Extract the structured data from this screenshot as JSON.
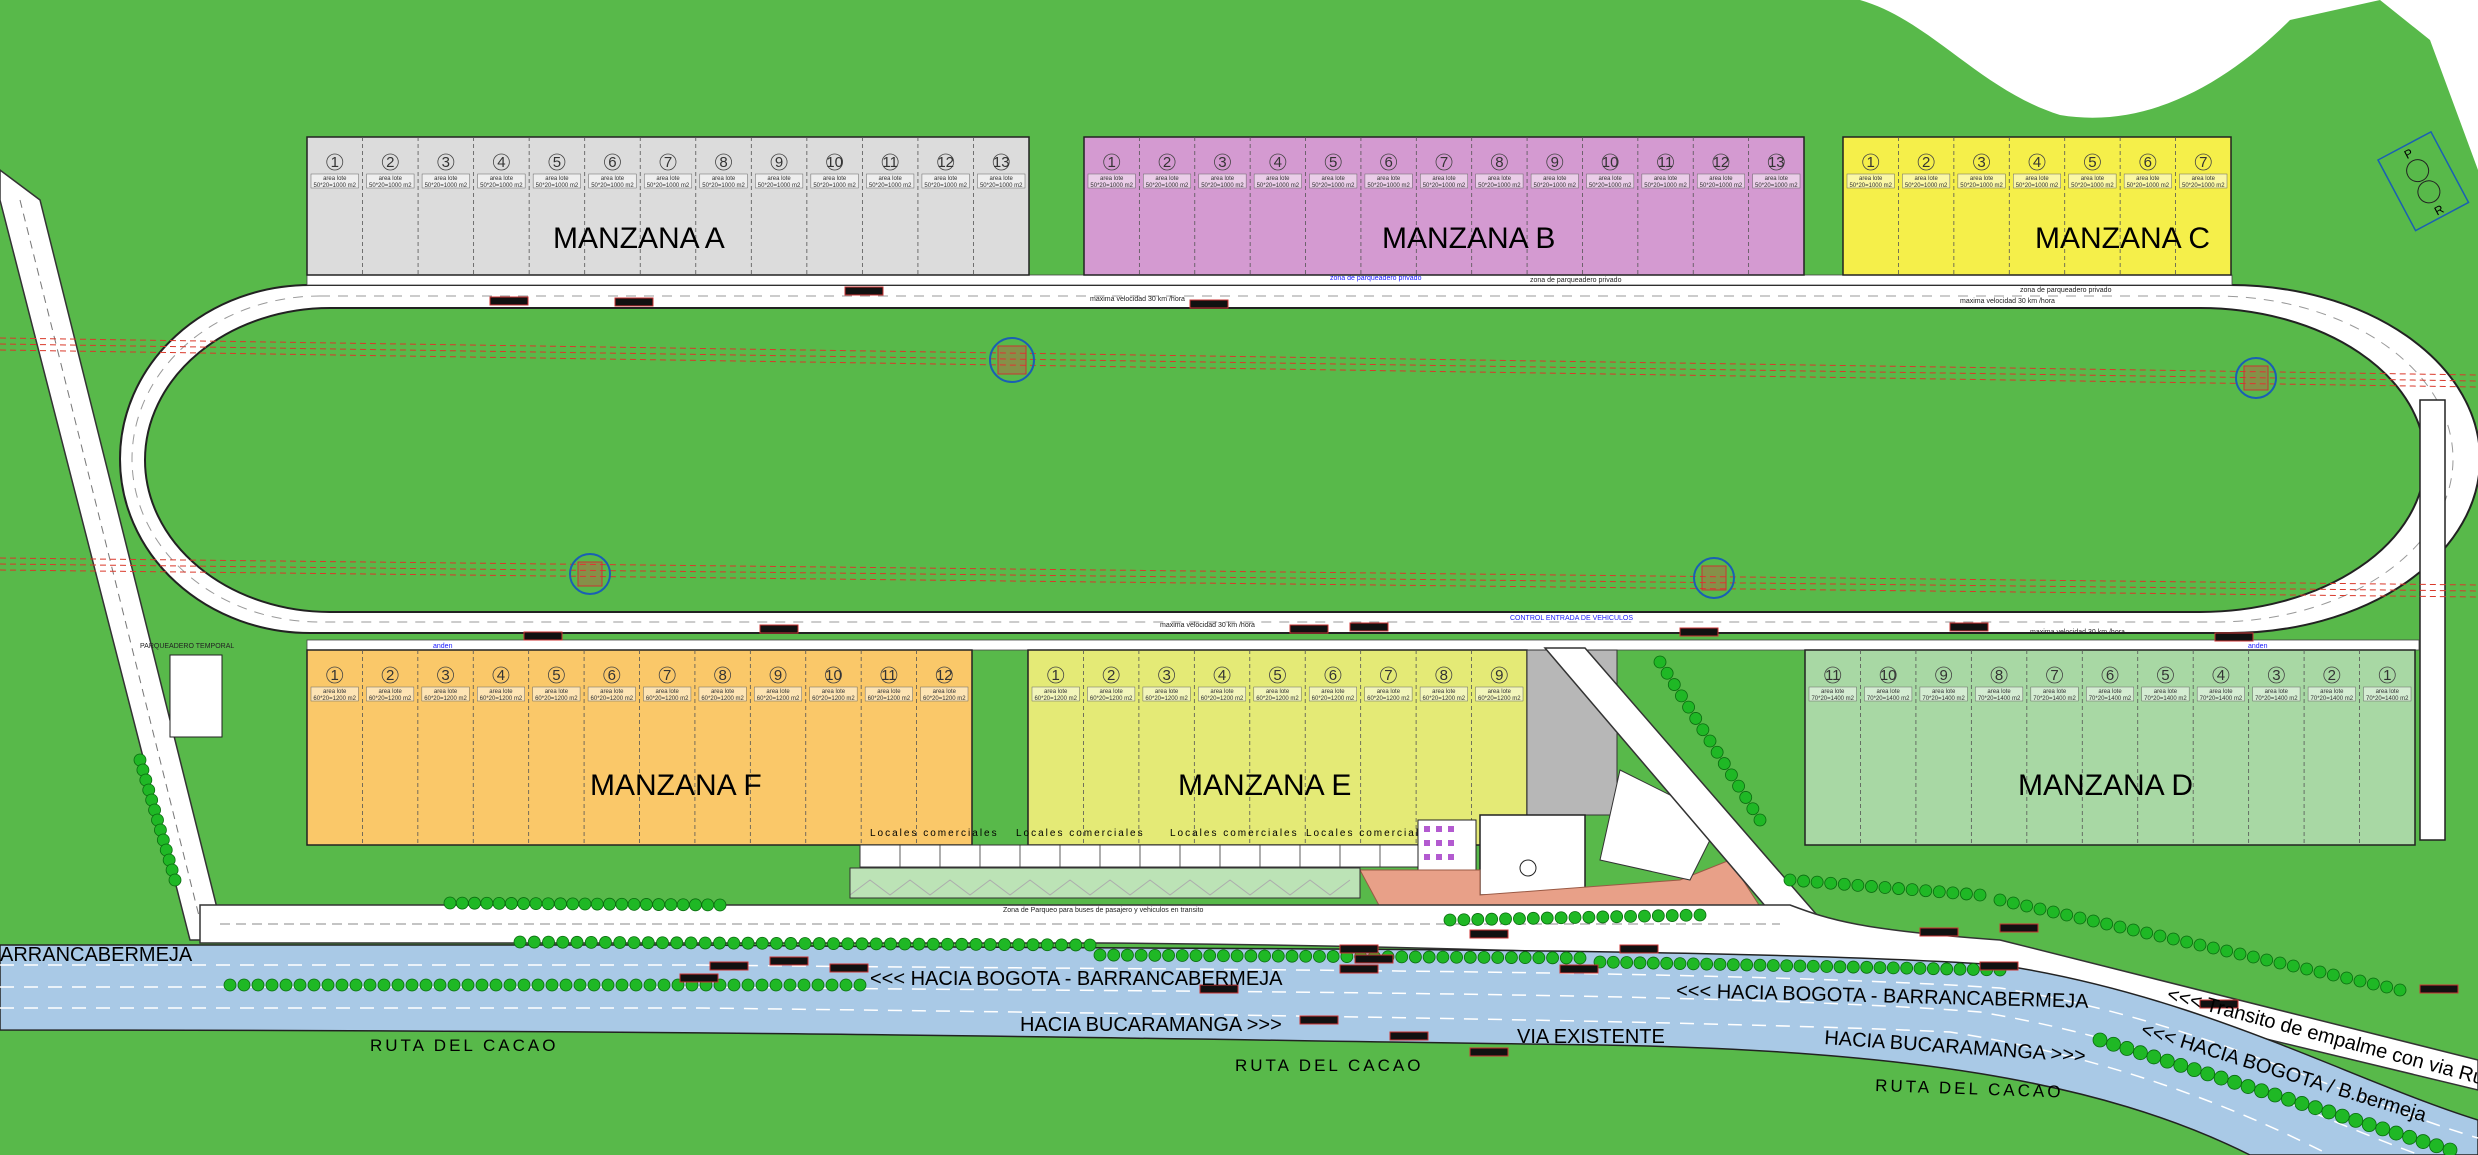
{
  "plan": {
    "colors": {
      "grass": "#58b94a",
      "road": "#ffffff",
      "highway": "#a9c9e6",
      "block_a": "#dcdcdc",
      "block_b": "#d49ad1",
      "block_c": "#f5ef4a",
      "block_d": "#a8d8a4",
      "block_e": "#e4ea76",
      "block_f": "#fac869",
      "plaza": "#e8a088"
    },
    "blocks": {
      "a": {
        "title": "MANZANA  A",
        "lot_count": 13,
        "lot_area": "area lote",
        "lot_dims": "50*20=1000 m2"
      },
      "b": {
        "title": "MANZANA  B",
        "lot_count": 13,
        "lot_area": "area lote",
        "lot_dims": "50*20=1000 m2"
      },
      "c": {
        "title": "MANZANA  C",
        "lot_count": 7,
        "lot_area": "area lote",
        "lot_dims": "50*20=1000 m2"
      },
      "d": {
        "title": "MANZANA  D",
        "lot_count": 11,
        "lot_area": "area lote",
        "lot_dims": "70*20=1400 m2"
      },
      "e": {
        "title": "MANZANA  E",
        "lot_count": 9,
        "lot_area": "area lote",
        "lot_dims": "60*20=1200 m2"
      },
      "f": {
        "title": "MANZANA  F",
        "lot_count": 12,
        "lot_area": "area lote",
        "lot_dims": "60*20=1200 m2"
      }
    },
    "locales_label": "Locales  comerciales",
    "parking_label": "zona de parqueadero privado",
    "anden_label": "anden",
    "speed_label": "maxima velocidad 30 km /hora",
    "control_label": "CONTROL ENTRADA DE VEHICULOS",
    "temp_parking_label": "PARQUEADERO TEMPORAL",
    "loading_zone_label": "Zona de Parqueo para  buses de pasajero y vehiculos en transito",
    "roads": {
      "hacia_bogota_1": "<<< HACIA BOGOTA - BARRANCABERMEJA",
      "hacia_bogota_2": "<<< HACIA BOGOTA - BARRANCABERMEJA",
      "hacia_bogota_3": "<<< HACIA BOGOTA / B.bermeja",
      "hacia_bucaramanga_1": "HACIA BUCARAMANGA >>>",
      "hacia_bucaramanga_2": "HACIA BUCARAMANGA >>>",
      "via_existente": "VIA EXISTENTE",
      "barrancabermeja": "ARRANCABERMEJA",
      "transito": "<<< Transito de empalme con via Ruta del Cacao",
      "ruta_1": "RUTA DEL CACAO",
      "ruta_2": "RUTA DEL CACAO",
      "ruta_3": "RUTA DEL CACAO"
    },
    "corner_sign": {
      "top": "P",
      "bottom": "R"
    }
  }
}
